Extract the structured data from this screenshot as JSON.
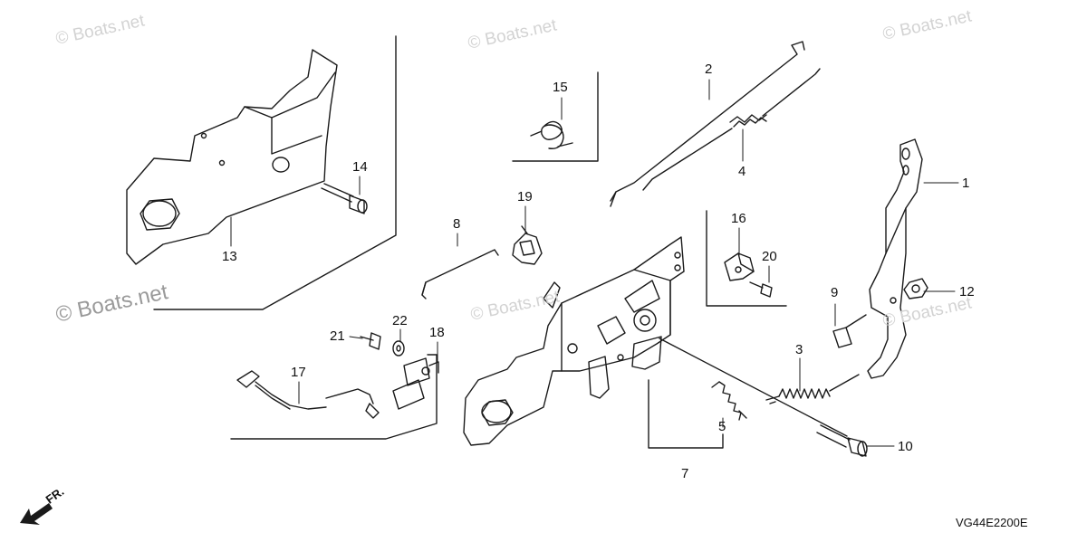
{
  "watermarks": {
    "small": "© Boats.net",
    "large": "© Boats.net"
  },
  "callouts": {
    "c1": "1",
    "c2": "2",
    "c3": "3",
    "c4": "4",
    "c5": "5",
    "c7": "7",
    "c8": "8",
    "c9": "9",
    "c10": "10",
    "c12": "12",
    "c13": "13",
    "c14": "14",
    "c15": "15",
    "c16": "16",
    "c17": "17",
    "c18": "18",
    "c19": "19",
    "c20": "20",
    "c21": "21",
    "c22": "22"
  },
  "direction_label": "FR.",
  "diagram_code": "VG44E2200E"
}
